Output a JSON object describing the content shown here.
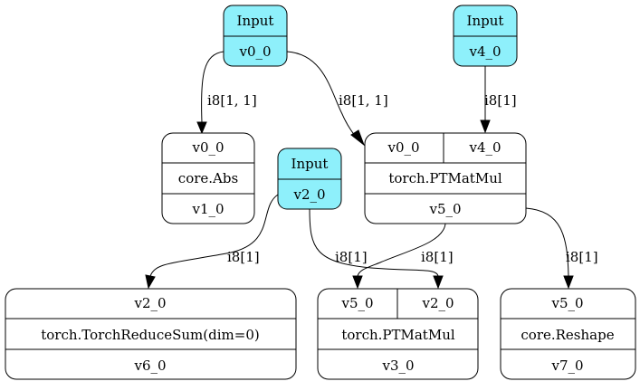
{
  "nodes": {
    "input_v0": {
      "header": "Input",
      "value": "v0_0"
    },
    "input_v4": {
      "header": "Input",
      "value": "v4_0"
    },
    "input_v2": {
      "header": "Input",
      "value": "v2_0"
    },
    "abs": {
      "inputs": [
        "v0_0"
      ],
      "op": "core.Abs",
      "output": "v1_0"
    },
    "matmul_v5": {
      "inputs": [
        "v0_0",
        "v4_0"
      ],
      "op": "torch.PTMatMul",
      "output": "v5_0"
    },
    "reducesum": {
      "inputs": [
        "v2_0"
      ],
      "op": "torch.TorchReduceSum(dim=0)",
      "output": "v6_0"
    },
    "matmul_v3": {
      "inputs": [
        "v5_0",
        "v2_0"
      ],
      "op": "torch.PTMatMul",
      "output": "v3_0"
    },
    "reshape": {
      "inputs": [
        "v5_0"
      ],
      "op": "core.Reshape",
      "output": "v7_0"
    }
  },
  "edges": [
    {
      "from": "input_v0",
      "to": "abs",
      "label": "i8[1, 1]"
    },
    {
      "from": "input_v0",
      "to": "matmul_v5",
      "label": "i8[1, 1]"
    },
    {
      "from": "input_v4",
      "to": "matmul_v5",
      "label": "i8[1]"
    },
    {
      "from": "input_v2",
      "to": "reducesum",
      "label": "i8[1]"
    },
    {
      "from": "input_v2",
      "to": "matmul_v3",
      "label": "i8[1]"
    },
    {
      "from": "matmul_v5",
      "to": "matmul_v3",
      "label": "i8[1]"
    },
    {
      "from": "matmul_v5",
      "to": "reshape",
      "label": "i8[1]"
    }
  ]
}
